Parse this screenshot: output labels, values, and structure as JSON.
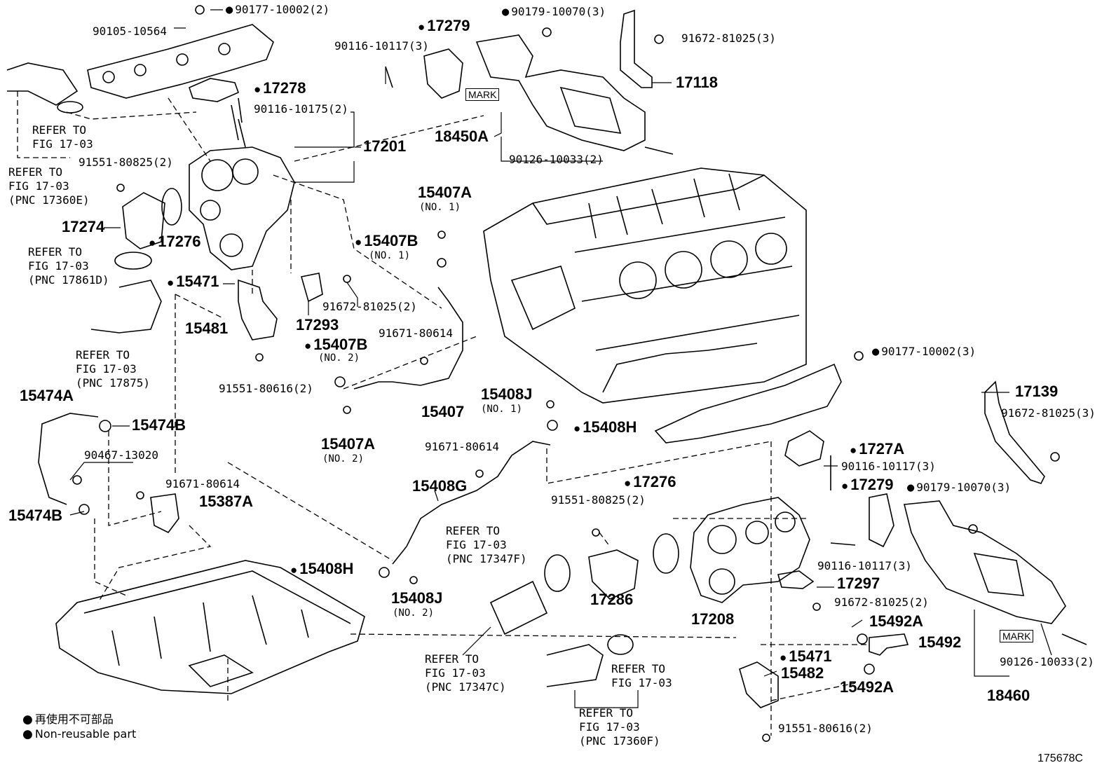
{
  "labels": {
    "p90177_10002_2": "90177-10002(2)",
    "p90105_10564": "90105-10564",
    "p17279a": "17279",
    "p90179_10070_3a": "90179-10070(3)",
    "p90116_10117_3a": "90116-10117(3)",
    "p91672_81025_3a": "91672-81025(3)",
    "p17118": "17118",
    "p17278": "17278",
    "p90116_10175_2": "90116-10175(2)",
    "p18450A": "18450A",
    "p90126_10033_2a": "90126-10033(2)",
    "p17201": "17201",
    "p91551_80825_2a": "91551-80825(2)",
    "p17274": "17274",
    "p17276a": "17276",
    "p15407A_1": "15407A",
    "no1_a": "(NO. 1)",
    "p15407B_1": "15407B",
    "no1_b": "(NO. 1)",
    "p15471a": "15471",
    "p91672_81025_2a": "91672-81025(2)",
    "p17293": "17293",
    "p15481": "15481",
    "p91671_80614a": "91671-80614",
    "p15407B_2": "15407B",
    "no2_a": "(NO. 2)",
    "p91551_80616_2a": "91551-80616(2)",
    "p15407": "15407",
    "p15407A_2": "15407A",
    "no2_b": "(NO. 2)",
    "p15408J_1": "15408J",
    "no1_c": "(NO. 1)",
    "p15408H_a": "15408H",
    "p90177_10002_3": "90177-10002(3)",
    "p17139": "17139",
    "p91672_81025_3b": "91672-81025(3)",
    "p15474A": "15474A",
    "p15474B_a": "15474B",
    "p90467_13020": "90467-13020",
    "p15474B_b": "15474B",
    "p91671_80614b": "91671-80614",
    "p15387A": "15387A",
    "p91671_80614c": "91671-80614",
    "p15408G": "15408G",
    "p1727A": "1727A",
    "p90116_10117_3b": "90116-10117(3)",
    "p17276b": "17276",
    "p17279b": "17279",
    "p90179_10070_3b": "90179-10070(3)",
    "p91551_80825_2b": "91551-80825(2)",
    "p15408H_b": "15408H",
    "p15408J_2": "15408J",
    "no2_c": "(NO. 2)",
    "p17286": "17286",
    "p17208": "17208",
    "p90116_10117_3c": "90116-10117(3)",
    "p17297": "17297",
    "p91672_81025_2b": "91672-81025(2)",
    "p15492A_a": "15492A",
    "p15492": "15492",
    "p15471b": "15471",
    "p15482": "15482",
    "p15492A_b": "15492A",
    "p90126_10033_2b": "90126-10033(2)",
    "p18460": "18460",
    "p91551_80616_2b": "91551-80616(2)",
    "mark_a": "MARK",
    "mark_b": "MARK",
    "figure_id": "175678C"
  },
  "refs": {
    "r1": "REFER TO\nFIG 17-03",
    "r2": "REFER TO\nFIG 17-03\n(PNC 17360E)",
    "r3": "REFER TO\nFIG 17-03\n(PNC 17861D)",
    "r4": "REFER TO\nFIG 17-03\n(PNC 17875)",
    "r5": "REFER TO\nFIG 17-03\n(PNC 17347F)",
    "r6": "REFER TO\nFIG 17-03\n(PNC 17347C)",
    "r7": "REFER TO\nFIG 17-03",
    "r8": "REFER TO\nFIG 17-03\n(PNC 17360F)"
  },
  "legend": {
    "jp": "再使用不可部品",
    "en": "Non-reusable part"
  }
}
